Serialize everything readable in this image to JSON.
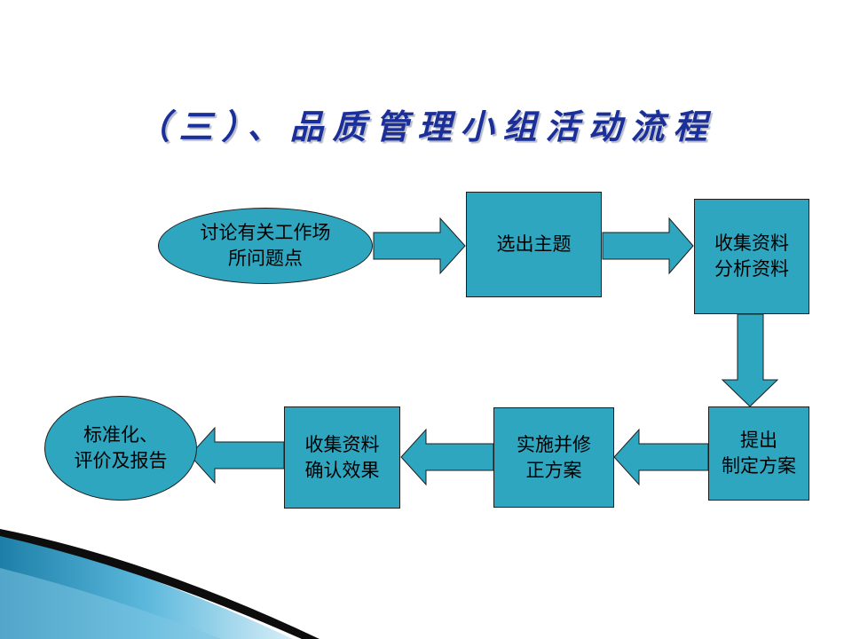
{
  "slide": {
    "title": "（三）、品质管理小组活动流程"
  },
  "flow": {
    "steps": [
      {
        "id": "step1",
        "label": "讨论有关工作场\n所问题点"
      },
      {
        "id": "step2",
        "label": "选出主题"
      },
      {
        "id": "step3",
        "label": "收集资料\n分析资料"
      },
      {
        "id": "step4",
        "label": "提出\n制定方案"
      },
      {
        "id": "step5",
        "label": "实施并修\n正方案"
      },
      {
        "id": "step6",
        "label": "收集资料\n确认效果"
      },
      {
        "id": "step7",
        "label": "标准化、\n评价及报告"
      }
    ]
  },
  "colors": {
    "node_fill": "#2ea6c0",
    "title_color": "#1a2f9a",
    "accent_dark": "#1d7fa8"
  }
}
